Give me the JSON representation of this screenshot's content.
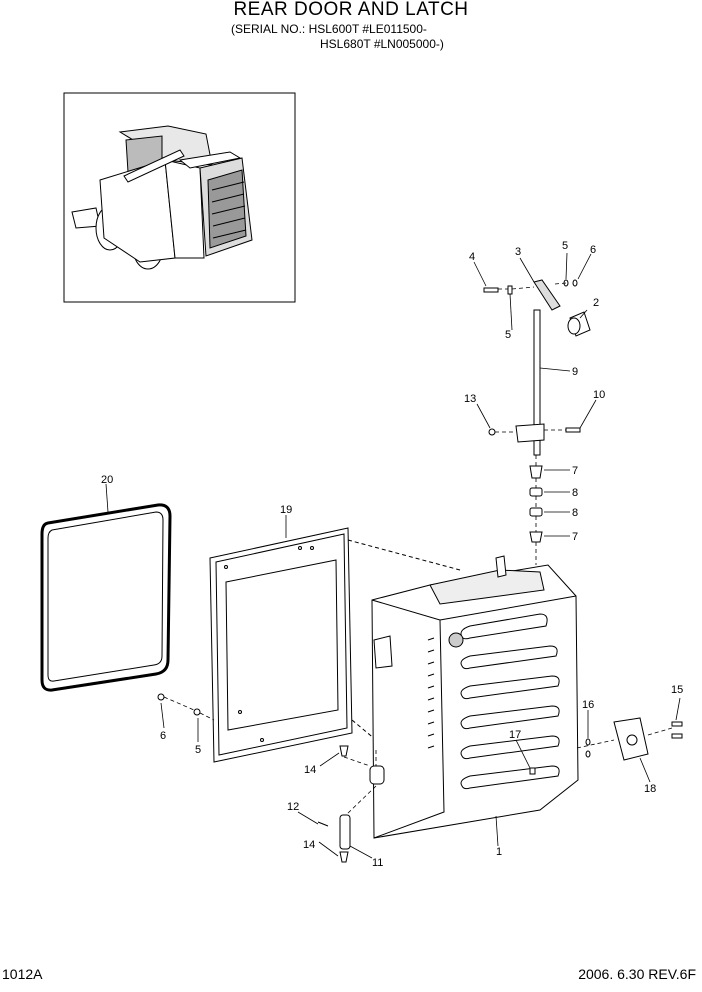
{
  "header": {
    "title": "REAR DOOR AND LATCH",
    "serial_line1": "(SERIAL NO.: HSL600T #LE011500-",
    "serial_line2": "HSL680T #LN005000-)"
  },
  "footer": {
    "page_code": "1012A",
    "date_rev": "2006. 6.30  REV.6F"
  },
  "callouts": {
    "c1": "1",
    "c2": "2",
    "c3": "3",
    "c4": "4",
    "c5a": "5",
    "c5b": "5",
    "c5c": "5",
    "c6a": "6",
    "c6b": "6",
    "c7a": "7",
    "c7b": "7",
    "c8a": "8",
    "c8b": "8",
    "c9": "9",
    "c10": "10",
    "c11": "11",
    "c12": "12",
    "c13": "13",
    "c14a": "14",
    "c14b": "14",
    "c15": "15",
    "c16": "16",
    "c17": "17",
    "c18": "18",
    "c19": "19",
    "c20": "20"
  },
  "icons": {
    "inset": "skid-steer-loader-icon"
  }
}
